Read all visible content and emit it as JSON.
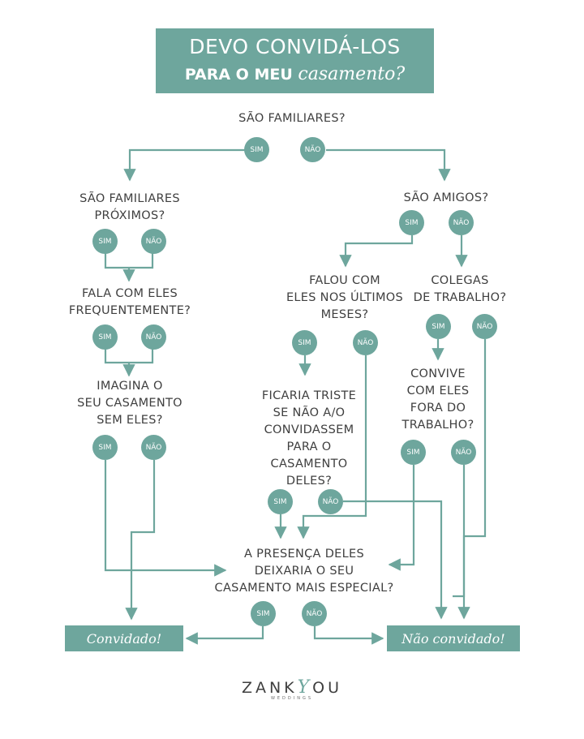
{
  "title": {
    "line1": "DEVO CONVIDÁ-LOS",
    "line2_prefix": "PARA O MEU ",
    "line2_script": "casamento?"
  },
  "questions": {
    "q_familiares": "SÃO FAMILIARES?",
    "q_familiares_proximos": "SÃO FAMILIARES\nPRÓXIMOS?",
    "q_amigos": "SÃO AMIGOS?",
    "q_fala": "FALA COM ELES\nFREQUENTEMENTE?",
    "q_falou": "FALOU COM\nELES NOS ÚLTIMOS\nMESES?",
    "q_colegas": "COLEGAS\nDE TRABALHO?",
    "q_imagina": "IMAGINA O\nSEU CASAMENTO\nSEM ELES?",
    "q_triste": "FICARIA TRISTE\nSE NÃO A/O\nCONVIDASSEM\nPARA O\nCASAMENTO\nDELES?",
    "q_convive": "CONVIVE\nCOM ELES\nFORA DO\nTRABALHO?",
    "q_presenca": "A PRESENÇA DELES\nDEIXARIA O SEU\nCASAMENTO MAIS ESPECIAL?"
  },
  "answers": {
    "yes": "SIM",
    "no": "NÃO"
  },
  "results": {
    "invited": "Convidado!",
    "not_invited": "Não convidado!"
  },
  "brand": {
    "name_part1": "ZANK",
    "name_y": "Y",
    "name_part2": "OU",
    "sub": "WEDDINGS"
  },
  "colors": {
    "accent": "#6ea69d",
    "text": "#3f3f3f",
    "background": "#ffffff"
  }
}
